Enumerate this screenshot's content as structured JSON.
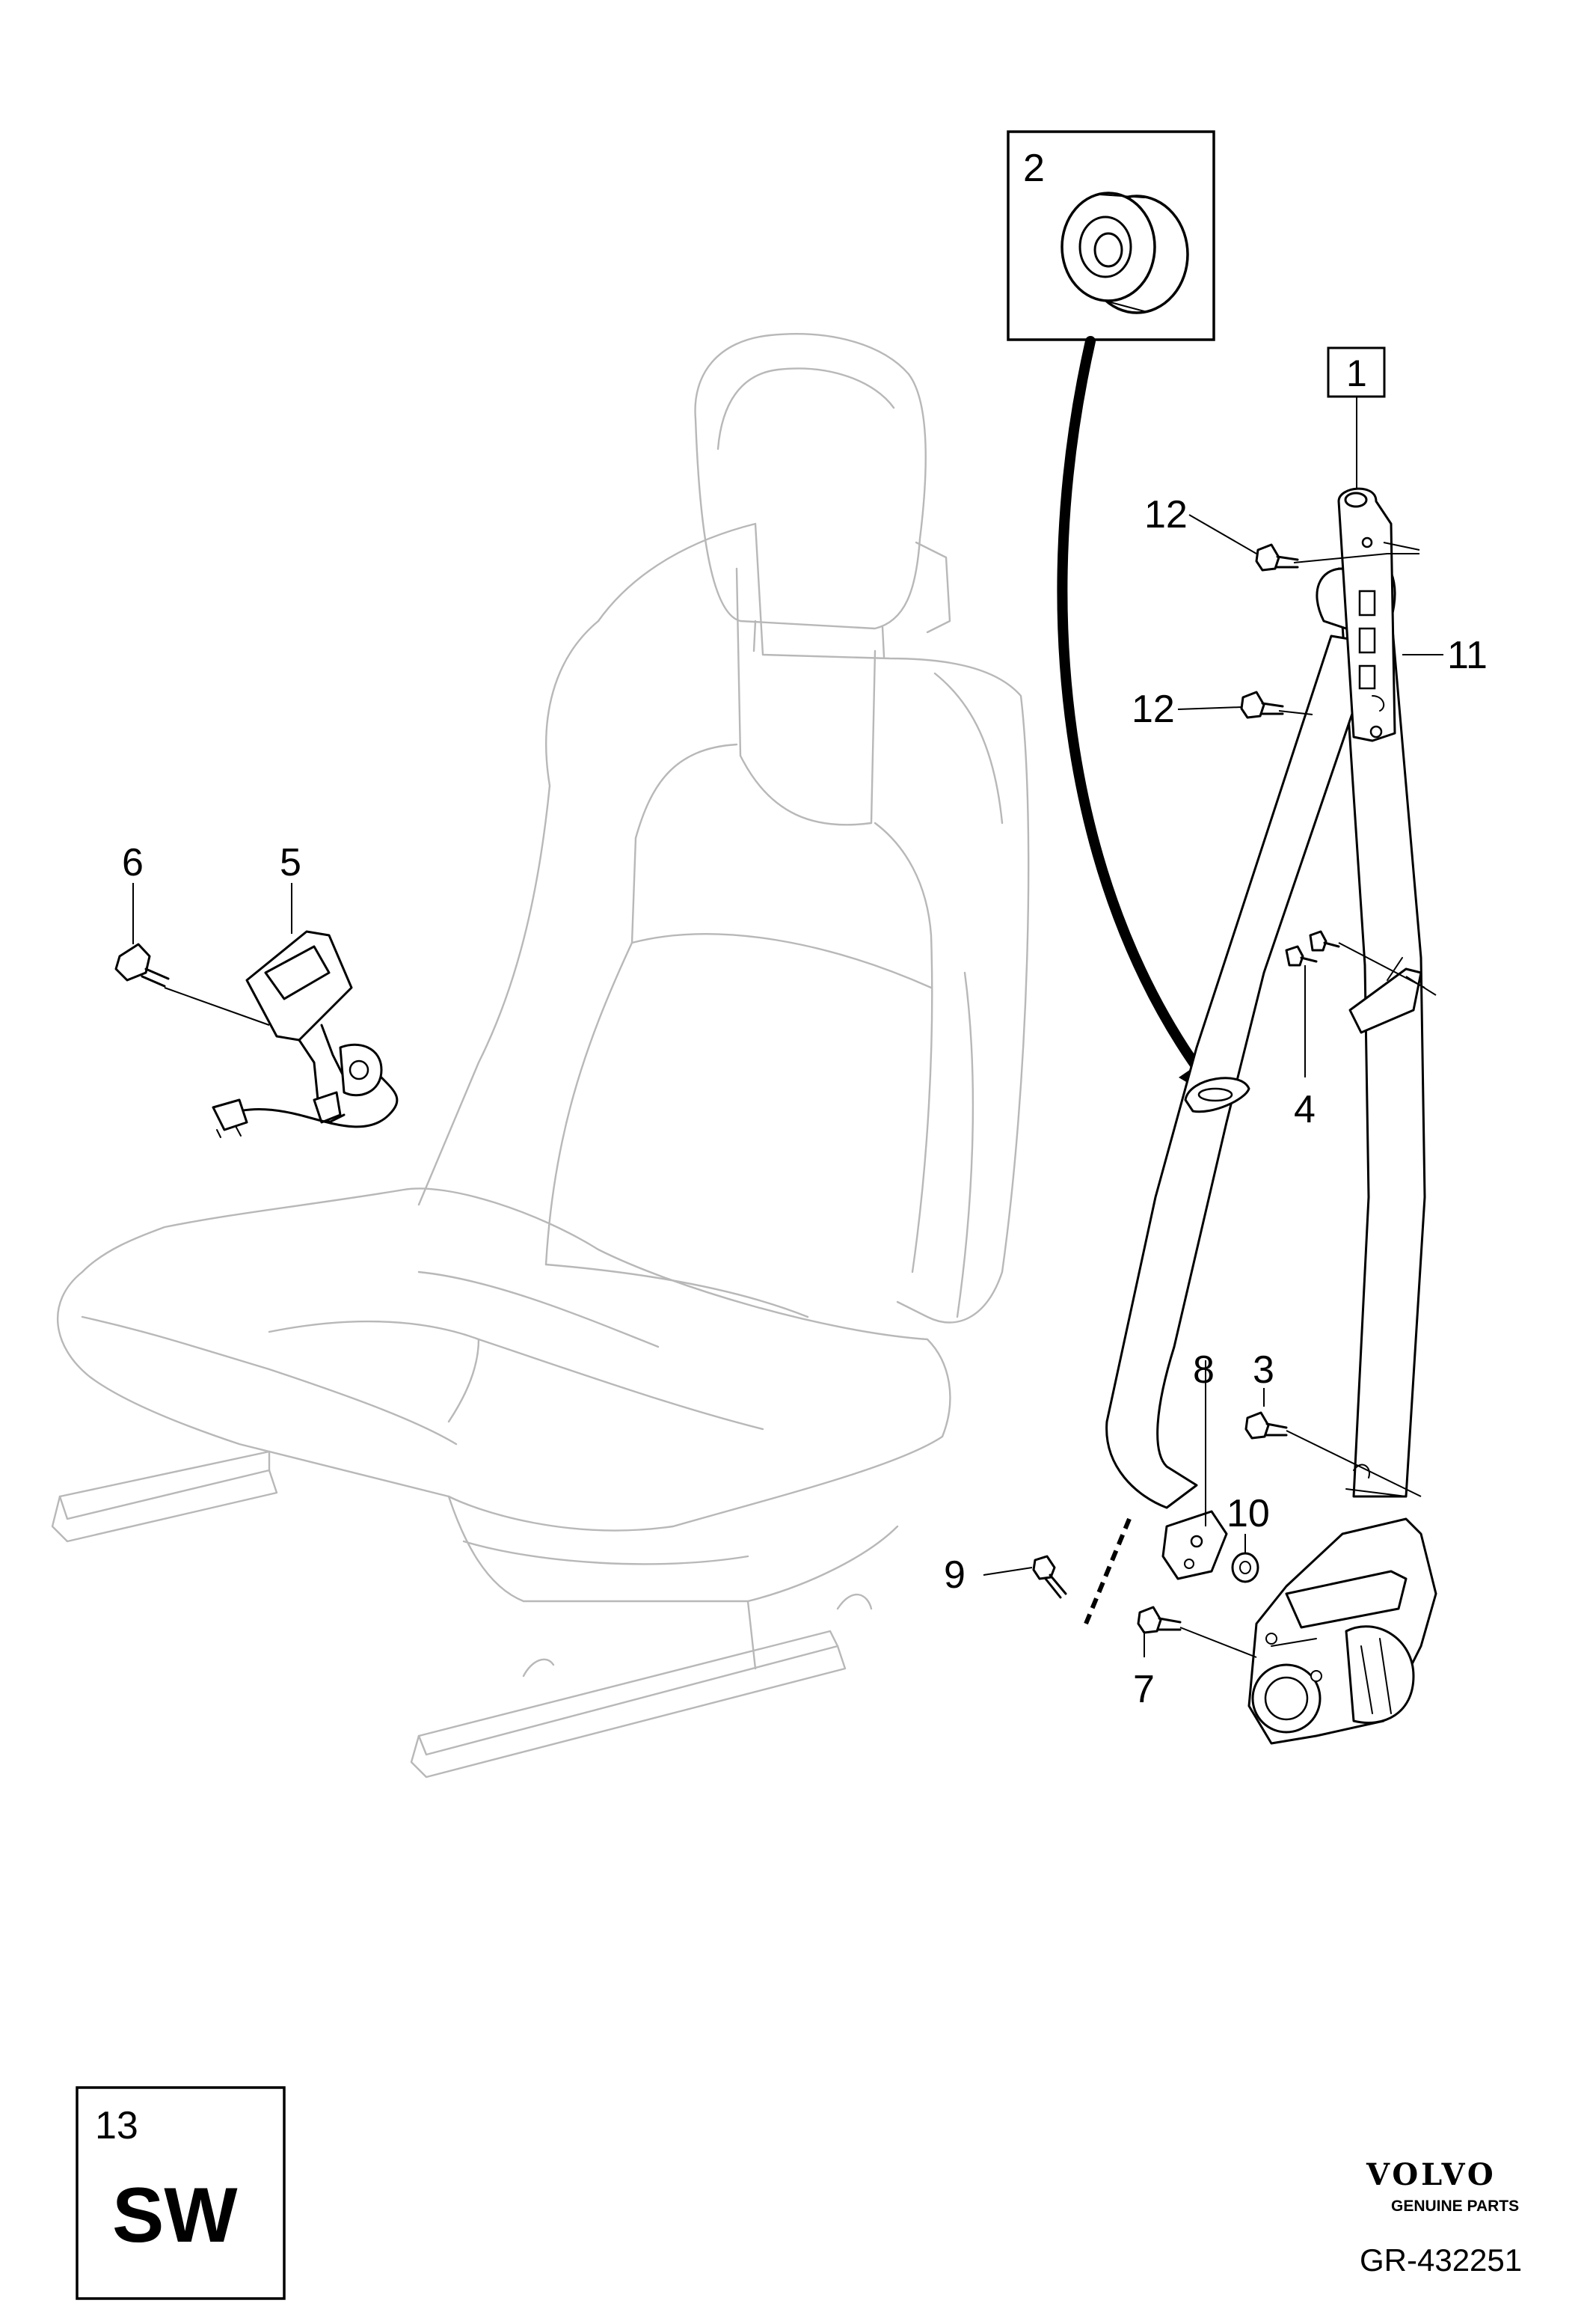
{
  "callouts": {
    "c1": "1",
    "c2": "2",
    "c3": "3",
    "c4": "4",
    "c5": "5",
    "c6": "6",
    "c7": "7",
    "c8": "8",
    "c9": "9",
    "c10": "10",
    "c11": "11",
    "c12a": "12",
    "c12b": "12"
  },
  "section_box": {
    "number": "13",
    "code": "SW"
  },
  "brand": {
    "name": "VOLVO",
    "tagline": "GENUINE PARTS"
  },
  "drawing_reference": "GR-432251"
}
